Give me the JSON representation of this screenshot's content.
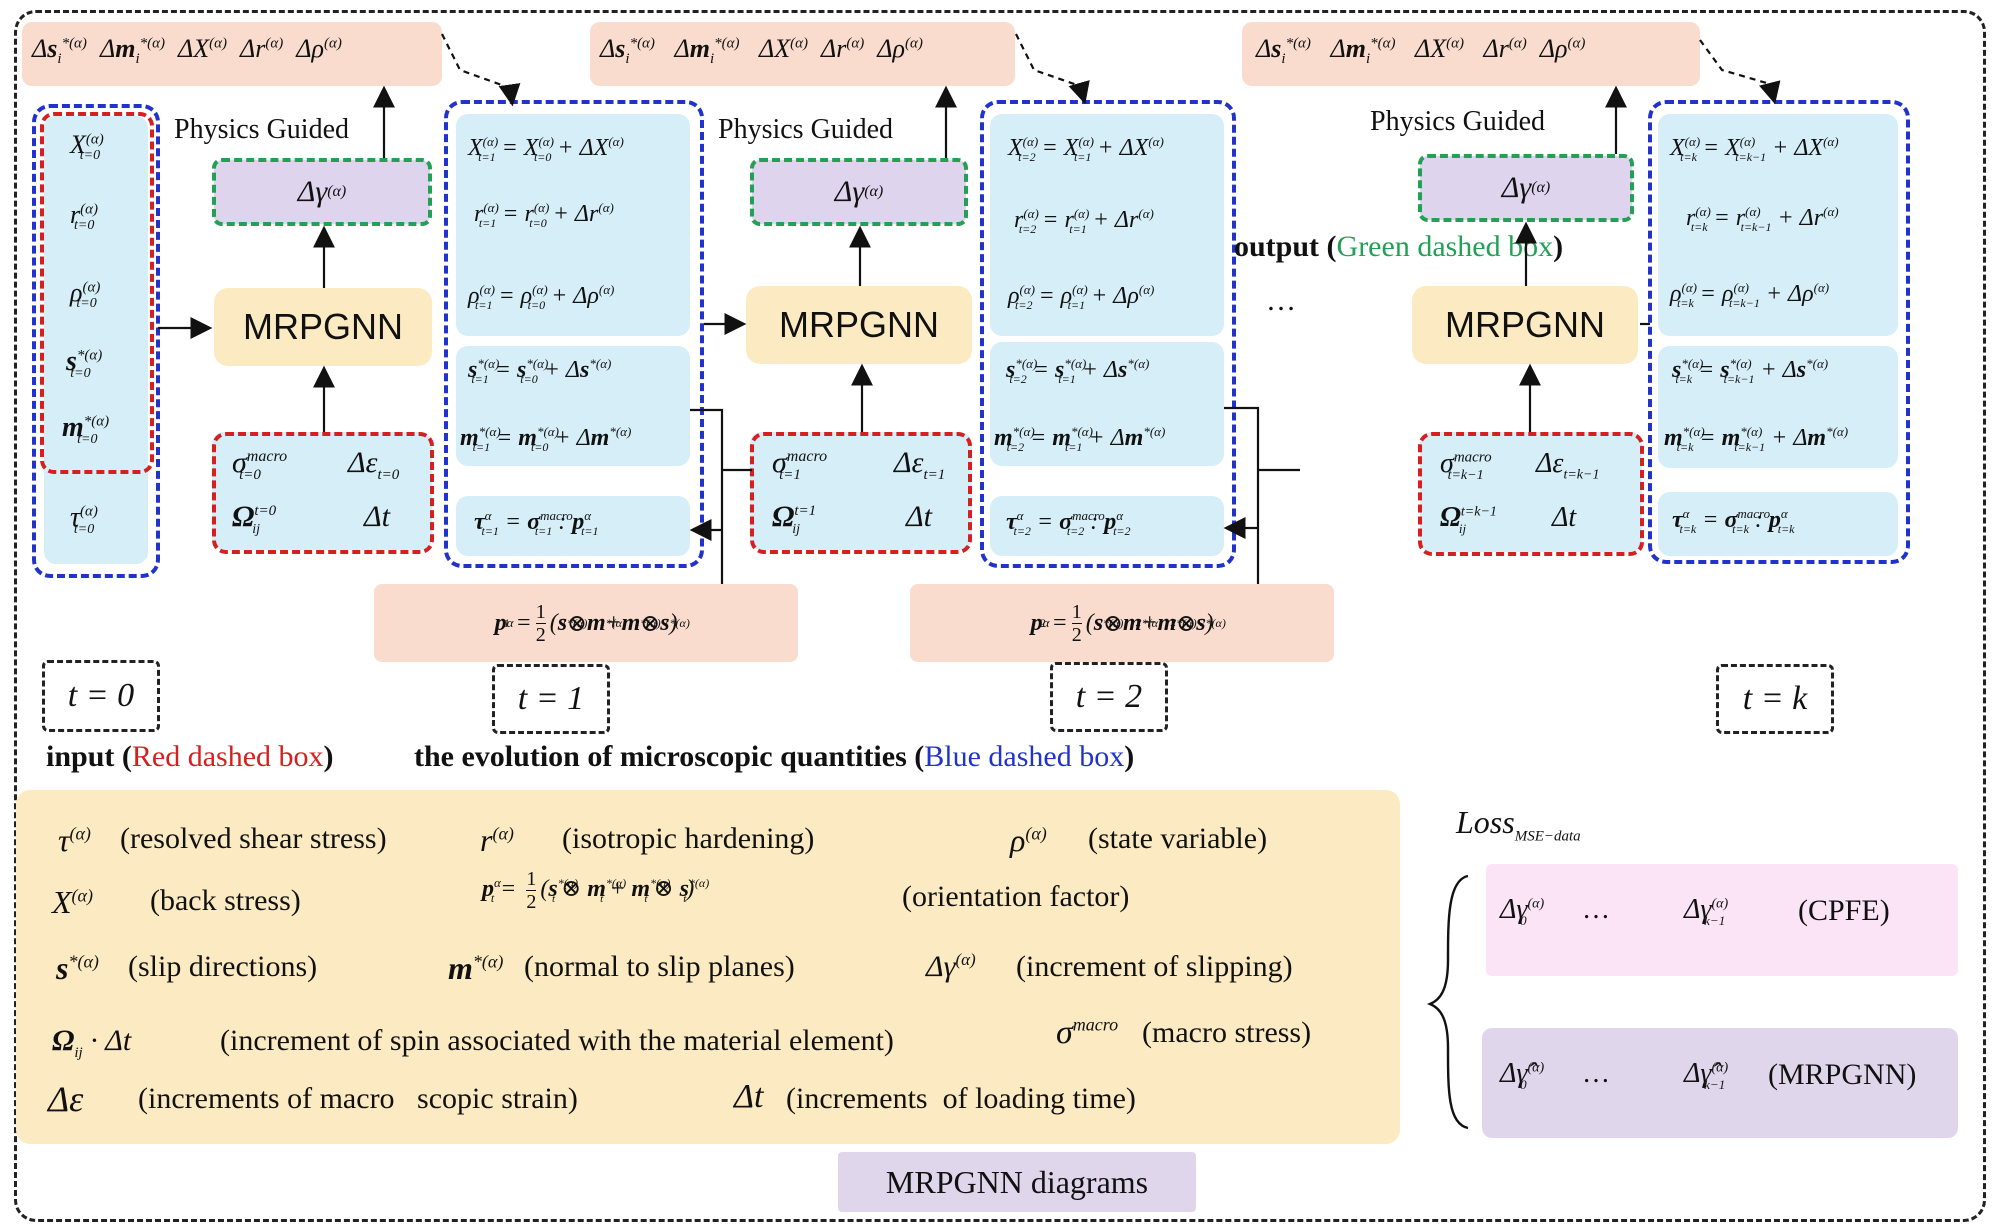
{
  "header_boxes": {
    "deltas": [
      "Δs",
      "Δm",
      "ΔX",
      "Δr",
      "Δρ"
    ],
    "superscript": "*(α)",
    "sub": "i"
  },
  "labels": {
    "physics_guided": "Physics Guided",
    "mrpgnn": "MRPGNN",
    "delta_gamma": "Δγ",
    "alpha_sup": "(α)",
    "output_prefix": "output (",
    "output_colored": "Green dashed box",
    "output_suffix": ")",
    "ellipsis": "…",
    "input_prefix": "input (",
    "input_colored": "Red dashed box",
    "input_suffix": ")",
    "evolution_prefix": "the evolution of microscopic quantities (",
    "evolution_colored": "Blue dashed box",
    "evolution_suffix": ")",
    "footer": "MRPGNN diagrams"
  },
  "time_labels": [
    "t = 0",
    "t = 1",
    "t = 2",
    "t = k"
  ],
  "initial_state": [
    "X",
    "r",
    "ρ",
    "s*",
    "m*"
  ],
  "initial_sub": "t=0",
  "tau_initial": "τ",
  "input_boxes": [
    {
      "sigma": "σ",
      "sigma_sup": "macro",
      "sigma_sub": "t=0",
      "deps": "Δε",
      "deps_sub": "t=0",
      "omega": "Ω",
      "omega_sub": "ij",
      "omega_sup": "t=0",
      "dt": "Δt"
    },
    {
      "sigma": "σ",
      "sigma_sup": "macro",
      "sigma_sub": "t=1",
      "deps": "Δε",
      "deps_sub": "t=1",
      "omega": "Ω",
      "omega_sub": "ij",
      "omega_sup": "t=1",
      "dt": "Δt"
    },
    {
      "sigma": "σ",
      "sigma_sup": "macro",
      "sigma_sub": "t=k−1",
      "deps": "Δε",
      "deps_sub": "t=k−1",
      "omega": "Ω",
      "omega_sub": "ij",
      "omega_sup": "t=k−1",
      "dt": "Δt"
    }
  ],
  "updates": [
    {
      "t": "t=1",
      "p": "t=0"
    },
    {
      "t": "t=2",
      "p": "t=1"
    },
    {
      "t": "t=k",
      "p": "t=k−1"
    }
  ],
  "p_formulas": [
    {
      "index": "1"
    },
    {
      "index": "2"
    }
  ],
  "legend": [
    {
      "sym": "τ",
      "sup": "(α)",
      "desc": "(resolved shear stress)"
    },
    {
      "sym": "r",
      "sup": "(α)",
      "desc": "(isotropic hardening)"
    },
    {
      "sym": "ρ",
      "sup": "(α)",
      "desc": "(state variable)"
    },
    {
      "sym": "X",
      "sup": "(α)",
      "desc": "(back stress)"
    },
    {
      "sym": "p",
      "sup": "α",
      "desc": "(orientation factor)"
    },
    {
      "sym": "s",
      "sup": "*(α)",
      "desc": "(slip directions)"
    },
    {
      "sym": "m",
      "sup": "*(α)",
      "desc": "(normal to slip planes)"
    },
    {
      "sym": "Δγ",
      "sup": "(α)",
      "desc": "(increment of slipping)"
    },
    {
      "sym": "Ω",
      "sup": "",
      "desc": "(increment of spin associated with the material element)"
    },
    {
      "sym": "σ",
      "sup": "macro",
      "desc": "(macro stress)"
    },
    {
      "sym": "Δε",
      "sup": "",
      "desc": "(increments of macro   scopic strain)"
    },
    {
      "sym": "Δt",
      "sup": "",
      "desc": "(increments  of loading time)"
    }
  ],
  "loss": {
    "label": "Loss",
    "sub": "MSE−data",
    "cpfe_label": "(CPFE)",
    "mrpgnn_label": "(MRPGNN)",
    "first_sub": "0",
    "last_sub": "k−1"
  }
}
